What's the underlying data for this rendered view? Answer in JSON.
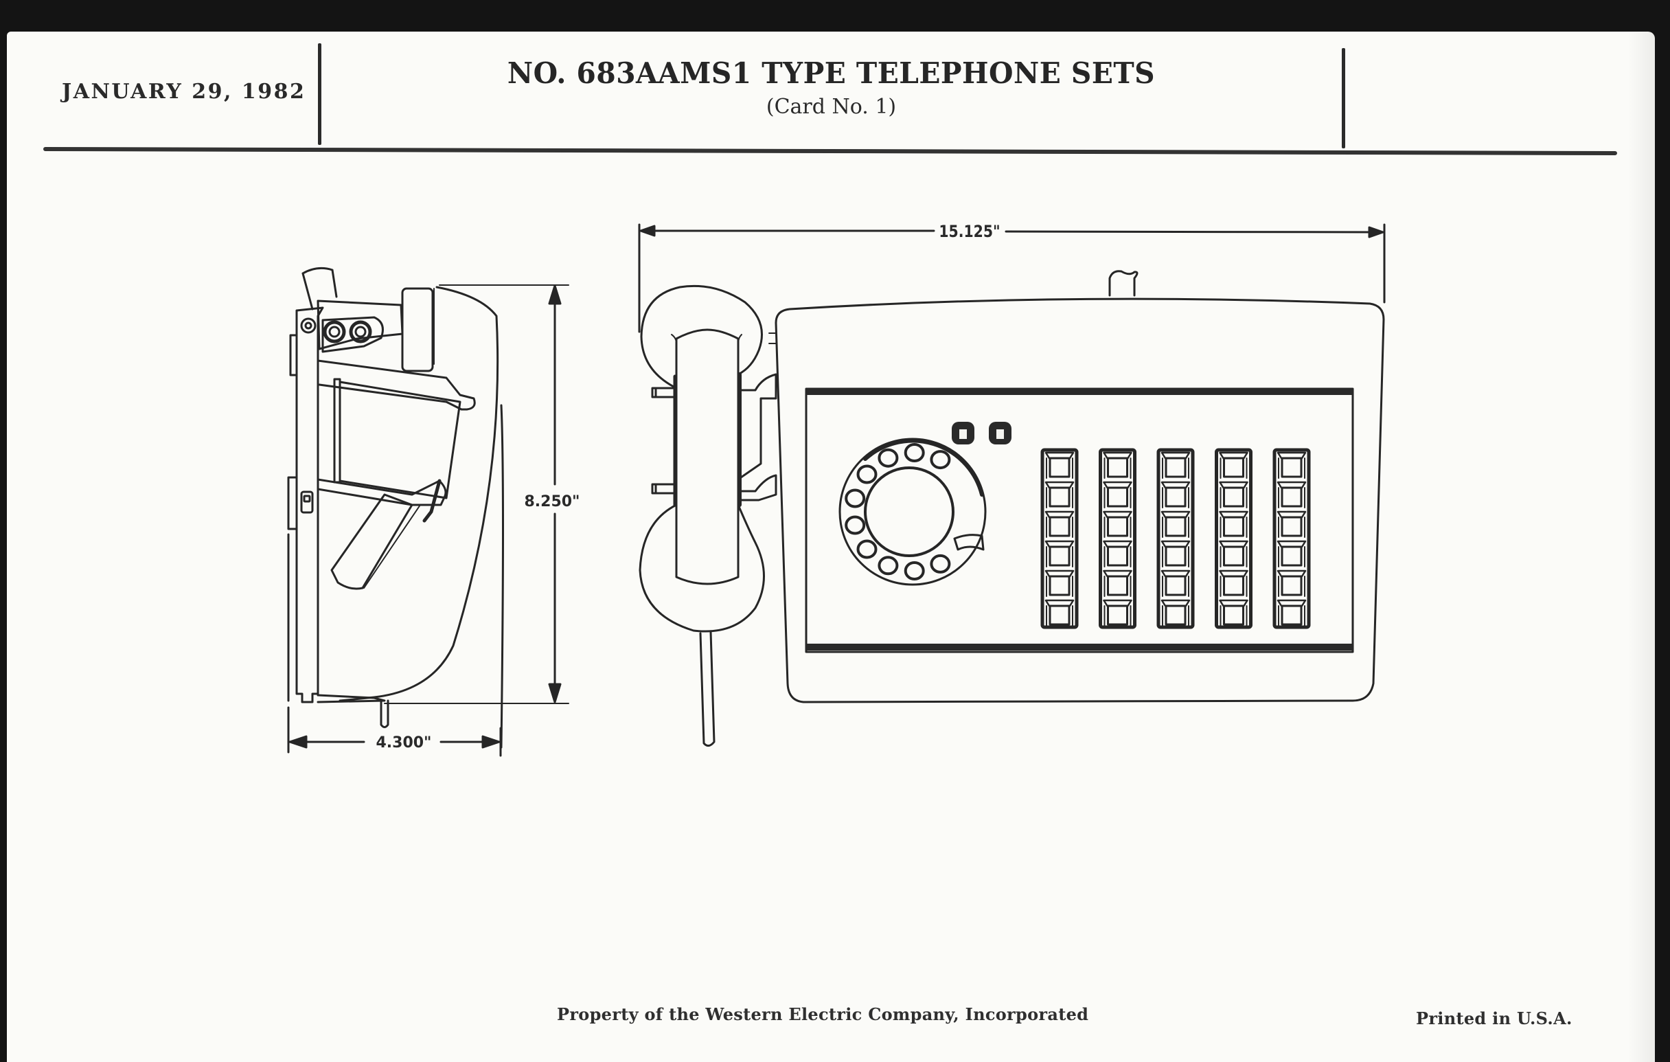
{
  "header": {
    "date": "JANUARY 29, 1982",
    "title": "NO. 683AAMS1 TYPE TELEPHONE SETS",
    "subtitle": "(Card No. 1)"
  },
  "drawings": {
    "side_view": {
      "label": "side-view",
      "dimensions": {
        "height": "8.250\"",
        "depth": "4.300\""
      }
    },
    "front_view": {
      "label": "front-view",
      "dimensions": {
        "width": "15.125\""
      },
      "dial_holes": 10,
      "indicator_lamps": 2,
      "key_strips": 5,
      "keys_per_strip": 6
    }
  },
  "footer": {
    "property": "Property of the Western Electric Company, Incorporated",
    "printed": "Printed in U.S.A."
  },
  "colors": {
    "background": "#141414",
    "paper": "#fbfbf8",
    "ink": "#2a2a2a"
  }
}
